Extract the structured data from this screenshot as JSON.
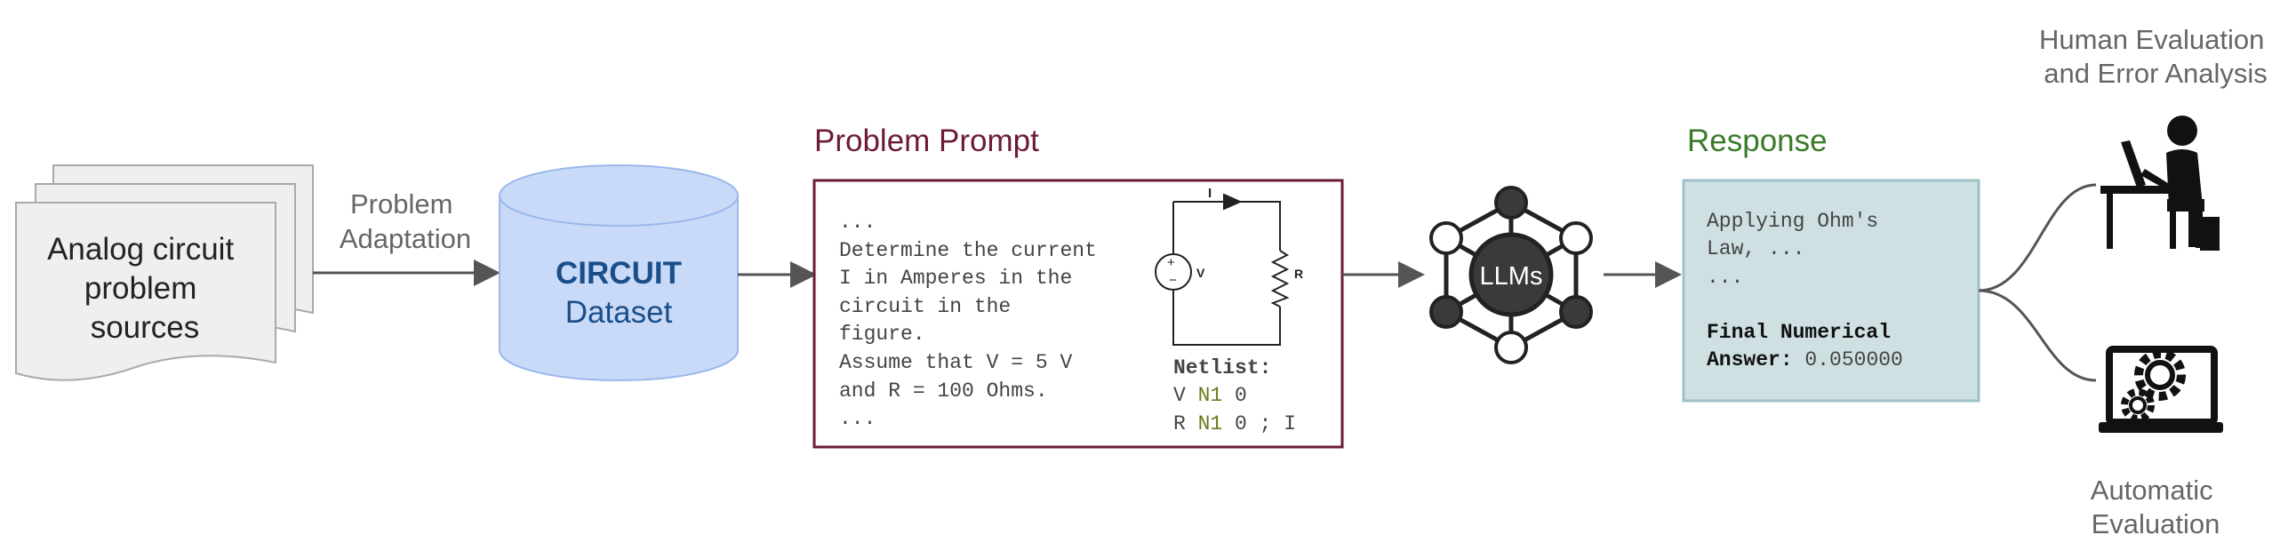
{
  "sources": {
    "lines": [
      "Analog circuit",
      "problem",
      "sources"
    ]
  },
  "adaptation": {
    "lines": [
      "Problem",
      "Adaptation"
    ]
  },
  "dataset": {
    "name": "CIRCUIT",
    "subtitle": "Dataset"
  },
  "prompt": {
    "title": "Problem Prompt",
    "lines": [
      "...",
      "Determine the current",
      "I in Amperes in the",
      "circuit in the",
      "figure.",
      "Assume that V = 5 V",
      "and R = 100 Ohms.",
      "..."
    ],
    "circuit": {
      "current_label": "I",
      "source_label": "V",
      "resistor_label": "R"
    },
    "netlist": {
      "title": "Netlist:",
      "line1": {
        "a": "V ",
        "b": "N1",
        "c": " 0"
      },
      "line2": {
        "a": "R ",
        "b": "N1",
        "c": " 0 ; I"
      }
    }
  },
  "llm": {
    "label": "LLMs"
  },
  "response": {
    "title": "Response",
    "lines": [
      "Applying Ohm's",
      "Law, ...",
      "..."
    ],
    "final_line1": "Final Numerical",
    "final_label": "Answer:",
    "final_value": " 0.050000"
  },
  "human_eval": {
    "lines": [
      "Human Evaluation",
      "and Error Analysis"
    ]
  },
  "auto_eval": {
    "lines": [
      "Automatic",
      "Evaluation"
    ]
  },
  "colors": {
    "prompt_accent": "#6b1a3a",
    "response_accent": "#3a7a2a",
    "dataset_fill": "#c9daf8",
    "dataset_stroke": "#9ab8ea",
    "dataset_text": "#1a4f8a",
    "response_fill": "#cfe0e3",
    "response_stroke": "#9cc2c8",
    "netlist_green": "#6a7a1a"
  }
}
